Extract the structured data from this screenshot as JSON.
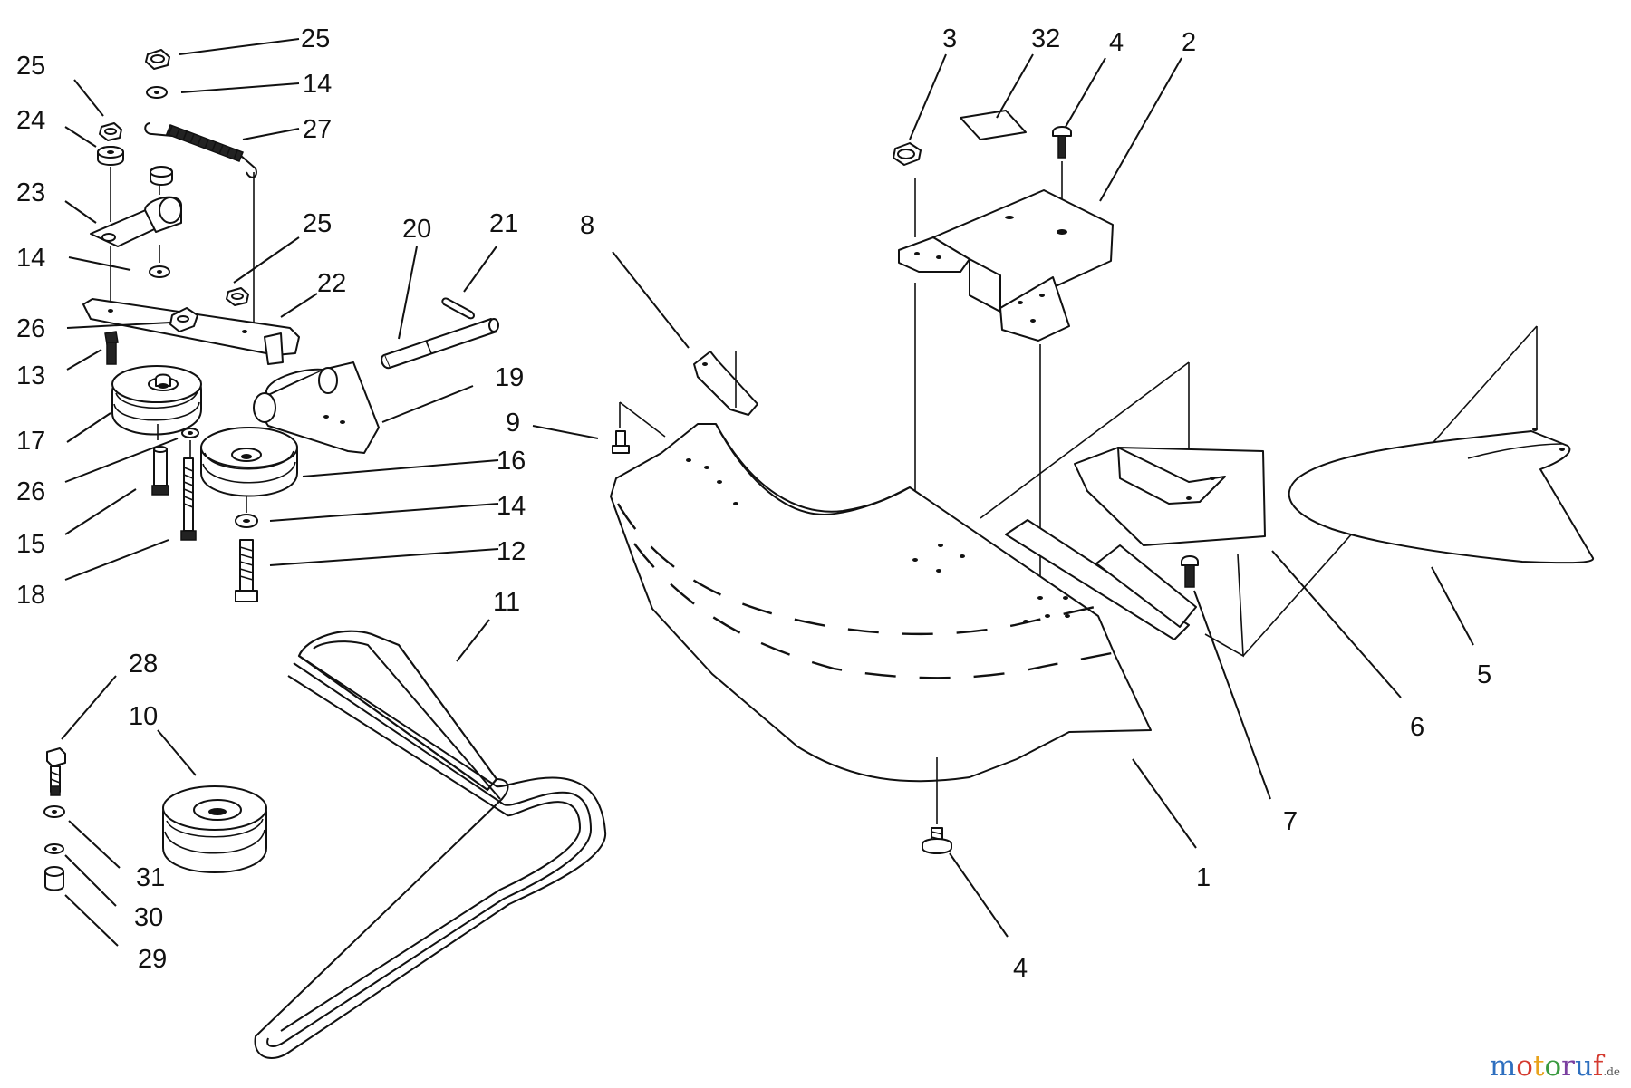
{
  "callouts": [
    "25",
    "14",
    "27",
    "25",
    "24",
    "23",
    "14",
    "25",
    "22",
    "26",
    "13",
    "17",
    "26",
    "15",
    "18",
    "20",
    "21",
    "19",
    "16",
    "14",
    "12",
    "11",
    "28",
    "10",
    "31",
    "30",
    "29",
    "8",
    "9",
    "3",
    "32",
    "4",
    "2",
    "1",
    "4",
    "7",
    "6",
    "5"
  ],
  "watermark": {
    "text": "motoruf",
    "suffix": ".de",
    "letter_colors": [
      "#2e6fbf",
      "#d43a2f",
      "#e8a21b",
      "#3a9a3f",
      "#7b3fa0",
      "#2e6fbf",
      "#d43a2f"
    ]
  },
  "colors": {
    "line": "#111111",
    "background": "#ffffff"
  }
}
